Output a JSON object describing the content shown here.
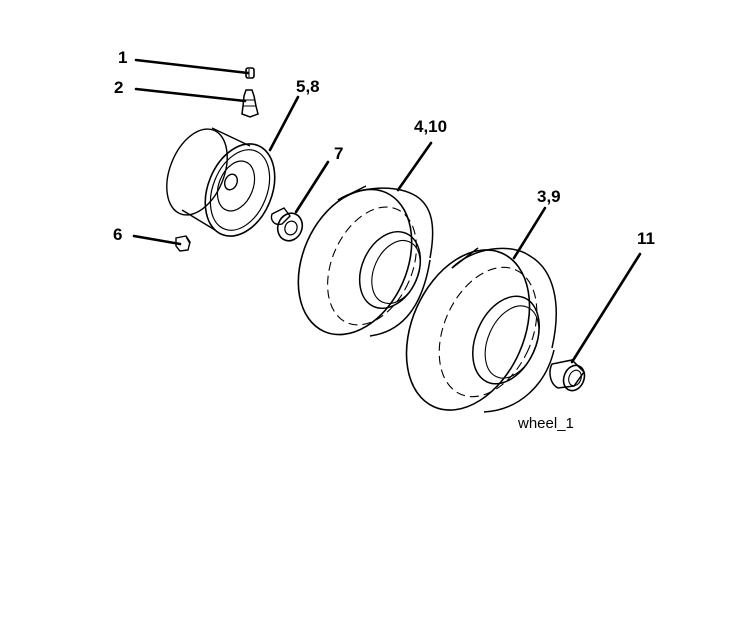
{
  "callouts": {
    "part_1": "1",
    "part_2": "2",
    "part_5_8": "5,8",
    "part_7": "7",
    "part_4_10": "4,10",
    "part_6": "6",
    "part_3_9": "3,9",
    "part_11": "11"
  },
  "caption": "wheel_1"
}
